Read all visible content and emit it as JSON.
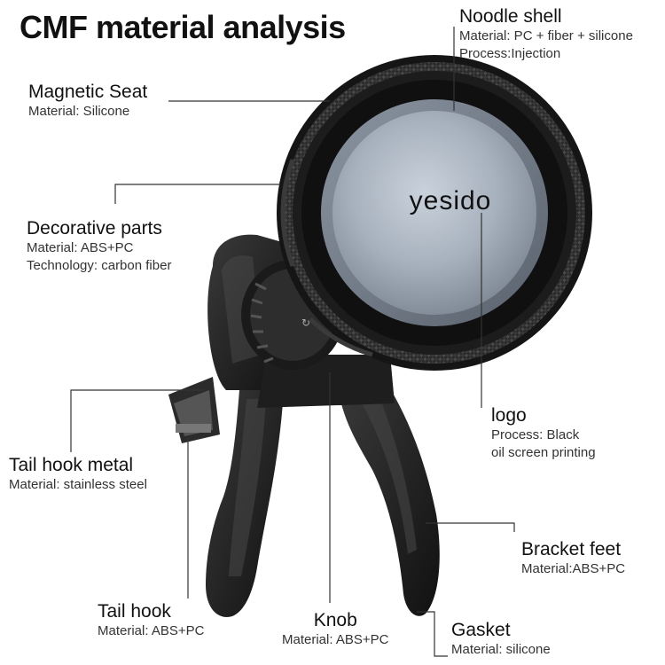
{
  "title": "CMF material analysis",
  "brand": "yesido",
  "callouts": [
    {
      "id": "noodle-shell",
      "name": "Noodle shell",
      "lines": [
        "Material: PC + fiber + silicone",
        "Process:Injection"
      ]
    },
    {
      "id": "magnetic-seat",
      "name": "Magnetic Seat",
      "lines": [
        "Material: Silicone"
      ]
    },
    {
      "id": "decorative-parts",
      "name": "Decorative parts",
      "lines": [
        "Material: ABS+PC",
        "Technology: carbon fiber"
      ]
    },
    {
      "id": "logo",
      "name": "logo",
      "lines": [
        "Process: Black",
        "oil screen printing"
      ]
    },
    {
      "id": "tail-hook-metal",
      "name": "Tail hook metal",
      "lines": [
        "Material: stainless steel"
      ]
    },
    {
      "id": "bracket-feet",
      "name": "Bracket feet",
      "lines": [
        "Material:ABS+PC"
      ]
    },
    {
      "id": "tail-hook",
      "name": "Tail hook",
      "lines": [
        "Material: ABS+PC"
      ]
    },
    {
      "id": "knob",
      "name": "Knob",
      "lines": [
        "Material: ABS+PC"
      ]
    },
    {
      "id": "gasket",
      "name": "Gasket",
      "lines": [
        "Material: silicone"
      ]
    }
  ]
}
